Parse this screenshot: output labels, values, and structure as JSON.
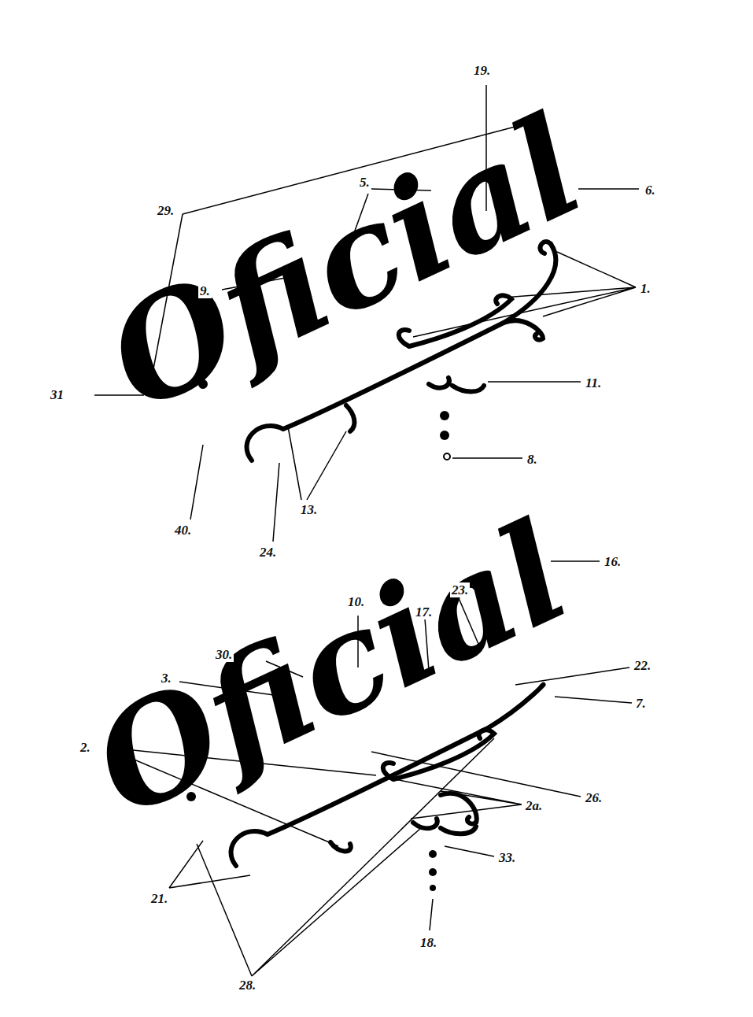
{
  "diagram": {
    "labels": [
      "Oficial",
      "19.",
      "5.",
      "6.",
      "29.",
      "9.",
      "1.",
      "11.",
      "31",
      "8.",
      "40.",
      "13.",
      "24.",
      "Oficial",
      "16.",
      "10.",
      "17.",
      "23.",
      "30.",
      "3.",
      "22.",
      "7.",
      "2.",
      "26.",
      "2a.",
      "33.",
      "21.",
      "18.",
      "28."
    ]
  }
}
